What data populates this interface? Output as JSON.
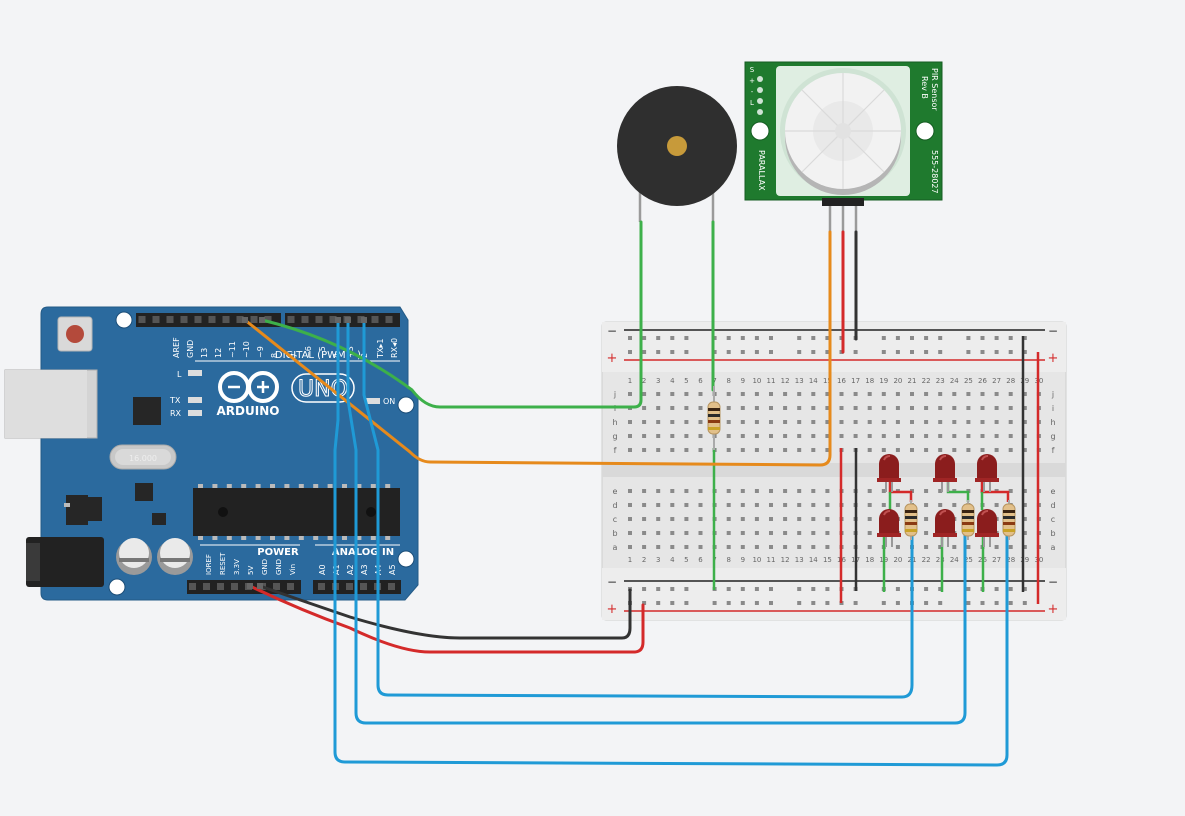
{
  "arduino": {
    "brand": "ARDUINO",
    "model": "UNO",
    "digital_header": "DIGITAL (PWM ~)",
    "power_header": "POWER",
    "analog_header": "ANALOG IN",
    "top_pins": [
      "AREF",
      "GND",
      "13",
      "12",
      "~11",
      "~10",
      "~9",
      "8",
      "7",
      "~6",
      "~5",
      "4",
      "~3",
      "2",
      "TX▸1",
      "RX◂0"
    ],
    "power_pins": [
      "IOREF",
      "RESET",
      "3.3V",
      "5V",
      "GND",
      "GND",
      "Vin"
    ],
    "analog_pins": [
      "A0",
      "A1",
      "A2",
      "A3",
      "A4",
      "A5"
    ],
    "led_l": "L",
    "led_tx": "TX",
    "led_rx": "RX",
    "led_on": "ON",
    "crystal_label": "16.000"
  },
  "pir": {
    "title": "PIR Sensor",
    "rev": "Rev B",
    "part": "555-28027",
    "maker": "PARALLAX",
    "pin_labels": [
      "S",
      "+",
      "-",
      "L"
    ]
  },
  "breadboard": {
    "plus": "+",
    "minus": "−",
    "row_letters_top": [
      "j",
      "i",
      "h",
      "g",
      "f"
    ],
    "row_letters_bottom": [
      "e",
      "d",
      "c",
      "b",
      "a"
    ],
    "columns": 30
  },
  "colors": {
    "board": "#2b6a9e",
    "wire_green": "#3db04a",
    "wire_orange": "#e68a1c",
    "wire_blue": "#1f9ad6",
    "wire_red": "#d42a2a",
    "wire_black": "#333333",
    "led": "#8b1d1d"
  }
}
